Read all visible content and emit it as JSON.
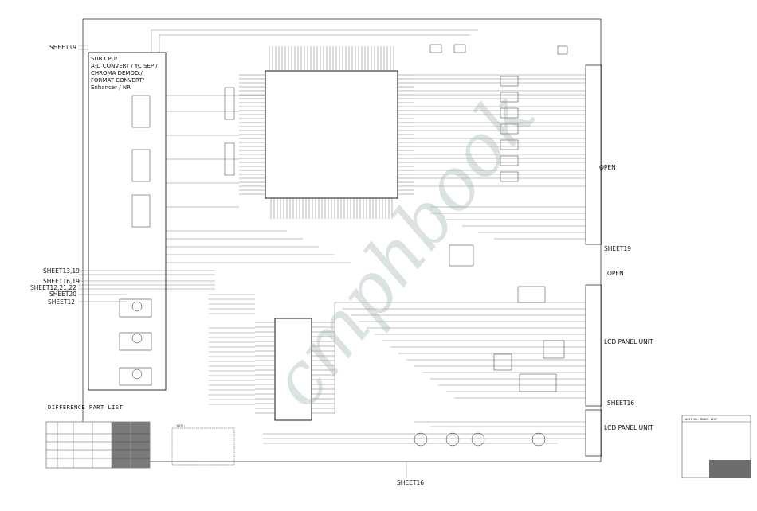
{
  "cpu_block": {
    "lines": [
      "SUB CPU/",
      "A-D CONVERT / YC SEP /",
      "CHROMA DEMOD./",
      "FORMAT CONVERT/",
      "Enhancer / NR"
    ]
  },
  "sheet_labels": {
    "sheet19_top": "SHEET19",
    "sheet13_19": "SHEET13,19",
    "sheet16_19": "SHEET16,19",
    "sheet12_21_22": "SHEET12,21,22",
    "sheet20": "SHEET20",
    "sheet12": "SHEET12",
    "sheet19_right": "SHEET19",
    "sheet16_right": "SHEET16",
    "sheet16_bottom": "SHEET16"
  },
  "right_labels": {
    "open_1": "OPEN",
    "open_2": "OPEN",
    "lcd_panel_1": "LCD PANEL UNIT",
    "lcd_panel_2": "LCD PANEL UNIT"
  },
  "diff_part_list": {
    "title": "DIFFERENCE PART LIST"
  },
  "note": {
    "title": "NOTE:"
  },
  "model_list": {
    "header": "ASSY NO.    MODEL LIST"
  },
  "watermark": "cmphbook"
}
